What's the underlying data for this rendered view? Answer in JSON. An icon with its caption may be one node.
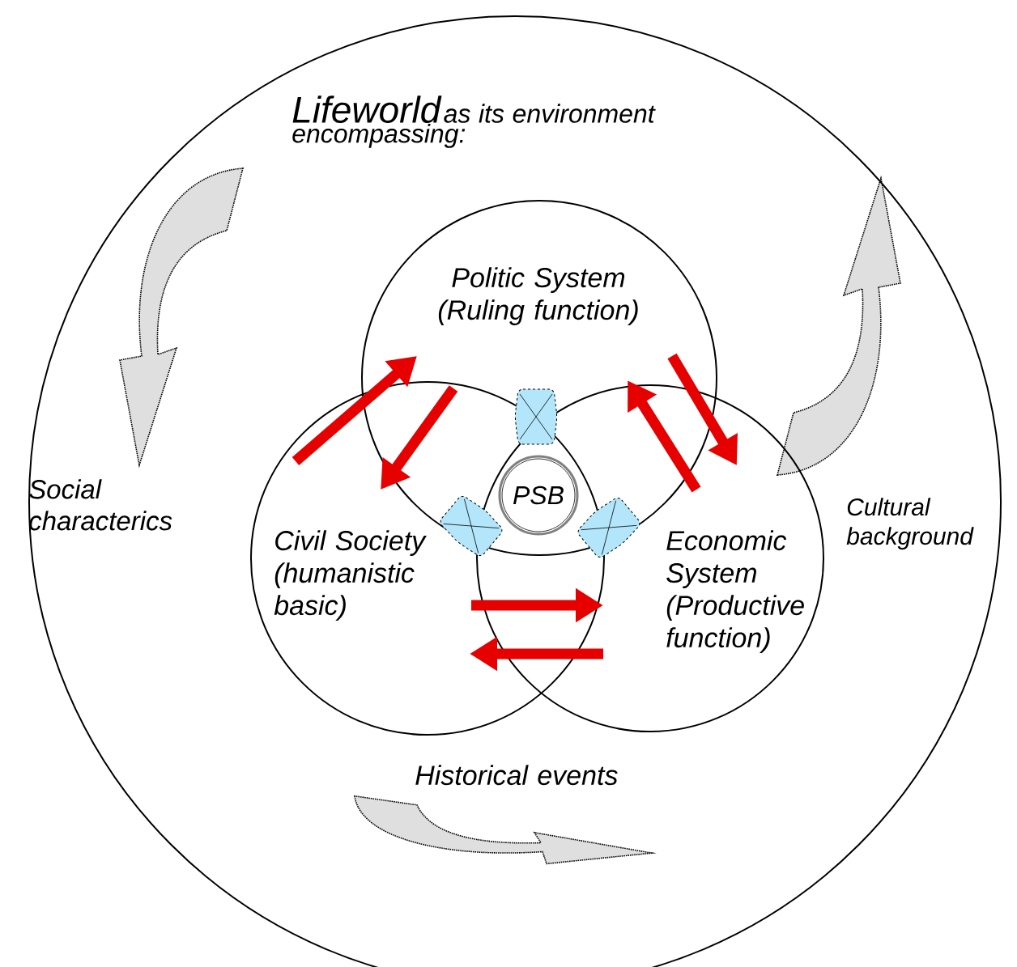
{
  "diagram": {
    "nodes": [
      {
        "text": [
          "Lifeworld",
          "as its environment encompassing:"
        ]
      },
      {
        "text": [
          "Politic System (Ruling function)"
        ],
        "in": 0
      },
      {
        "text": [
          "Civil Society (humanistic basic)"
        ],
        "in": 0
      },
      {
        "text": [
          "Economic System (Productive function)"
        ],
        "in": 0
      },
      {
        "text": [
          "PSB"
        ]
      }
    ],
    "edges": [
      {
        "from": 2,
        "to": 1,
        "arrow": "to"
      },
      {
        "from": 1,
        "to": 2,
        "arrow": "to"
      },
      {
        "from": 3,
        "to": 1,
        "arrow": "to"
      },
      {
        "from": 1,
        "to": 3,
        "arrow": "to"
      },
      {
        "from": 2,
        "to": 3,
        "arrow": "to"
      },
      {
        "from": 3,
        "to": 2,
        "arrow": "to"
      }
    ],
    "labels": [
      "Social characterics",
      "Cultural background",
      "Historical events"
    ]
  }
}
